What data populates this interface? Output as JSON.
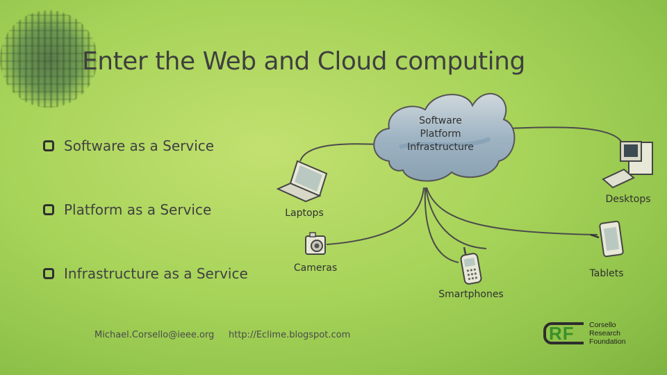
{
  "slide": {
    "title": "Enter the Web and Cloud computing",
    "bullets": [
      {
        "text": "Software as a Service"
      },
      {
        "text": "Platform as a Service"
      },
      {
        "text": "Infrastructure as a Service"
      }
    ]
  },
  "diagram": {
    "cloud_lines": [
      "Software",
      "Platform",
      "Infrastructure"
    ],
    "devices": {
      "laptops": "Laptops",
      "desktops": "Desktops",
      "cameras": "Cameras",
      "tablets": "Tablets",
      "smartphones": "Smartphones"
    }
  },
  "footer": {
    "email": "Michael.Corsello@ieee.org",
    "url": "http://Eclime.blogspot.com"
  },
  "logo": {
    "mark": "RF",
    "words": [
      "Corsello",
      "Research",
      "Foundation"
    ]
  },
  "colors": {
    "background": "#a8d45a",
    "title": "#3f3f3f",
    "cloud": "#9db6c9",
    "logo_accent": "#3a8f2a"
  }
}
